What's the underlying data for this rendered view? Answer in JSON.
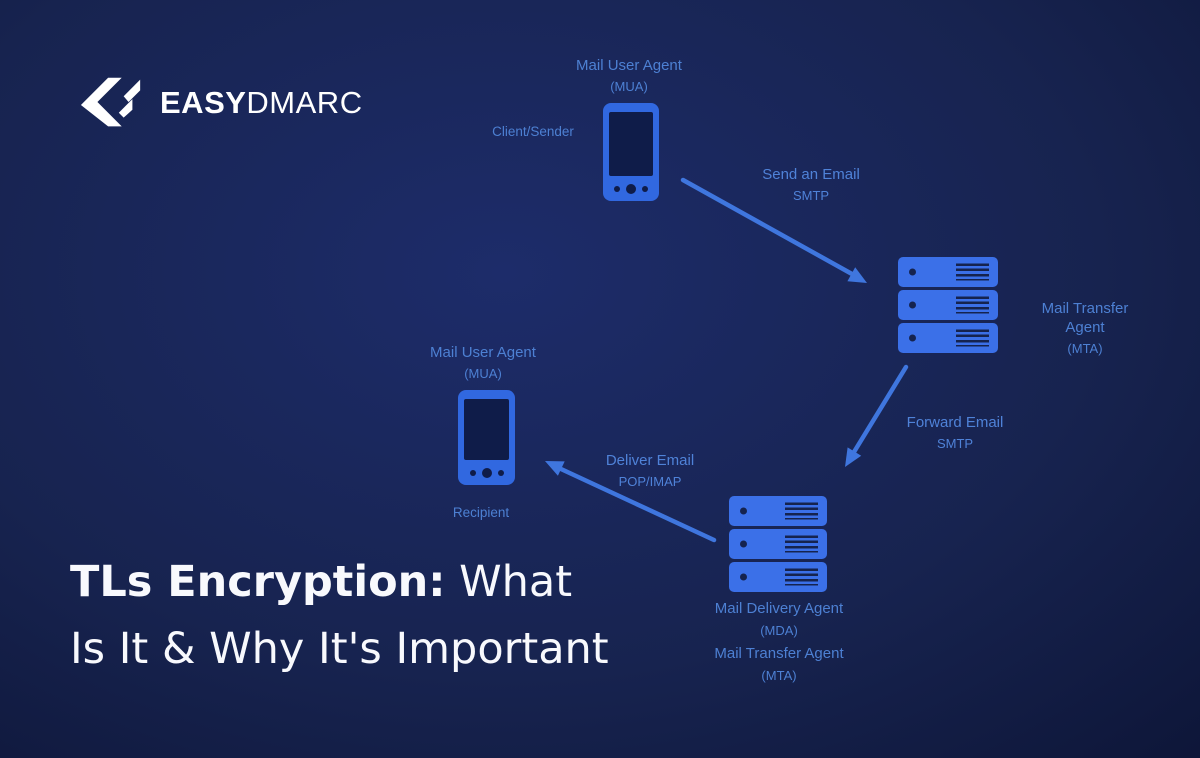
{
  "logo": {
    "word_bold": "EASY",
    "word_regular": "DMARC"
  },
  "diagram": {
    "sender": {
      "title": "Mail User Agent",
      "abbr": "(MUA)",
      "role": "Client/Sender"
    },
    "mta": {
      "title": "Mail Transfer Agent",
      "abbr": "(MTA)"
    },
    "mda": {
      "title1": "Mail Delivery Agent",
      "abbr1": "(MDA)",
      "title2": "Mail Transfer Agent",
      "abbr2": "(MTA)"
    },
    "recipient": {
      "title": "Mail User Agent",
      "abbr": "(MUA)",
      "role": "Recipient"
    },
    "edge_send": {
      "action": "Send an Email",
      "protocol": "SMTP"
    },
    "edge_forward": {
      "action": "Forward Email",
      "protocol": "SMTP"
    },
    "edge_deliver": {
      "action": "Deliver Email",
      "protocol": "POP/IMAP"
    }
  },
  "headline": {
    "bold": "TLs Encryption:",
    "regular": "What",
    "line2": "Is It & Why It's Important"
  },
  "colors": {
    "background_center": "#1d2c6a",
    "background_edge": "#0a1130",
    "device_blue": "#3b70e8",
    "device_detail": "#15234f",
    "label_blue": "#4d80d3",
    "arrow_blue": "#3f76de",
    "title_white": "#f8f9fd"
  }
}
